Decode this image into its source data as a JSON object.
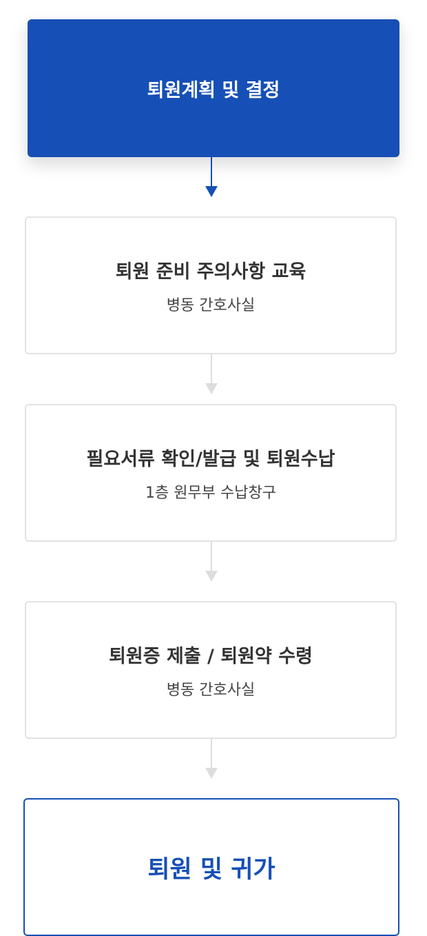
{
  "steps": [
    {
      "title": "퇴원계획 및 결정"
    },
    {
      "title": "퇴원 준비 주의사항 교육",
      "location": "병동 간호사실"
    },
    {
      "title": "필요서류 확인/발급 및 퇴원수납",
      "location": "1층 원무부 수납창구"
    },
    {
      "title": "퇴원증 제출 / 퇴원약 수령",
      "location": "병동 간호사실"
    },
    {
      "title": "퇴원 및 귀가"
    }
  ],
  "colors": {
    "primary": "#164fb6",
    "border": "#e2e2e2"
  }
}
